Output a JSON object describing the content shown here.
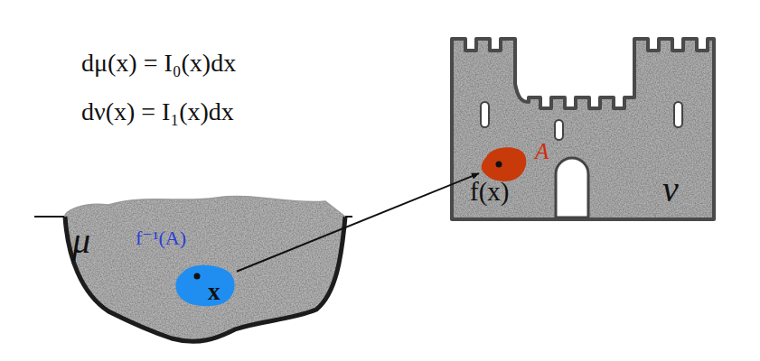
{
  "diagram": {
    "nodes": [
      {
        "text": [
          "μ"
        ]
      },
      {
        "text": [
          "f⁻¹(A)",
          "x"
        ],
        "in": 0
      },
      {
        "text": [
          "ν"
        ]
      },
      {
        "text": [
          "A",
          "f(x)"
        ],
        "in": 2
      }
    ],
    "edges": [
      {
        "from": 1,
        "to": 3,
        "arrow": "to"
      }
    ],
    "labels": [
      "dμ(x) = I₀(x)dx",
      "dν(x) = I₁(x)dx"
    ]
  }
}
